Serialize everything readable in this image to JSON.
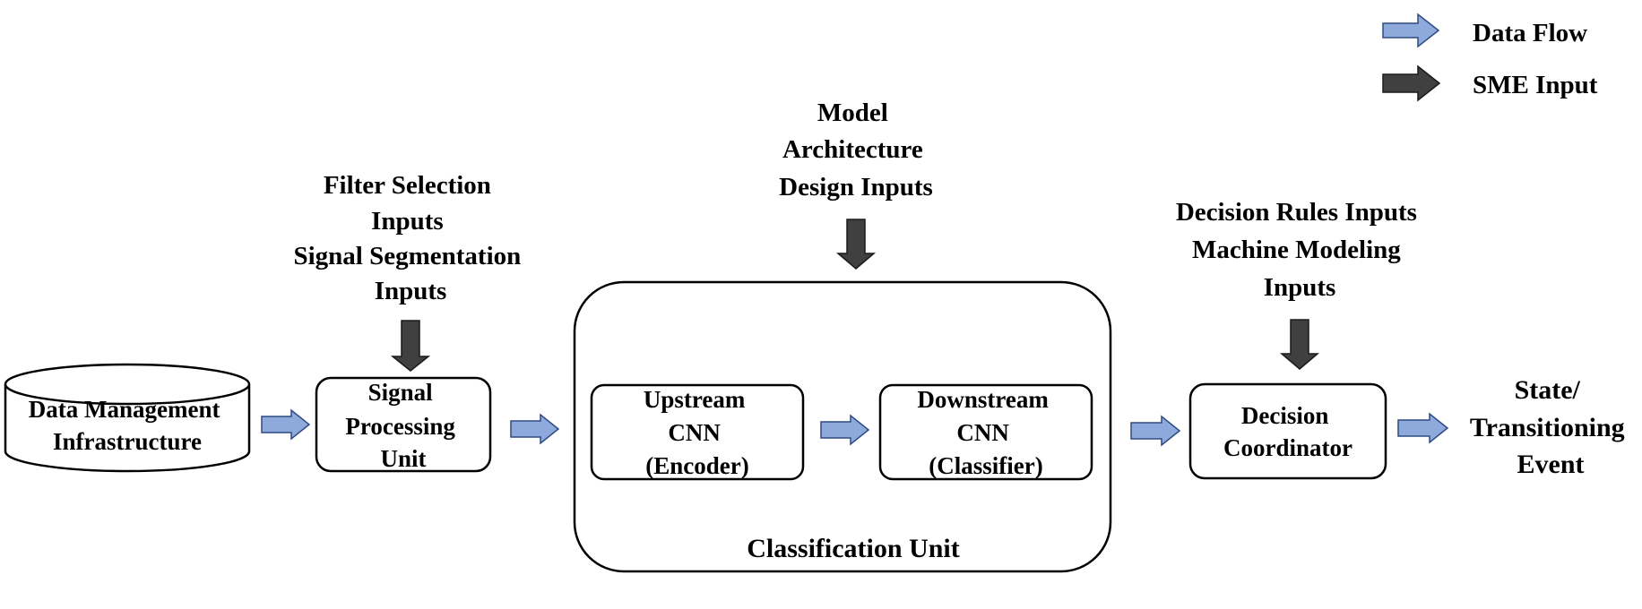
{
  "colors": {
    "data_flow_fill": "#8ea9db",
    "sme_input_fill": "#404040",
    "box_stroke": "#000000",
    "background": "#ffffff"
  },
  "legend": {
    "data_flow": {
      "icon": "light-blue-arrow-icon",
      "label": "Data Flow"
    },
    "sme_input": {
      "icon": "dark-gray-arrow-icon",
      "label": "SME Input"
    }
  },
  "nodes": {
    "data_management": {
      "shape": "cylinder",
      "lines": [
        "Data Management",
        "Infrastructure"
      ]
    },
    "signal_processing": {
      "shape": "rounded-box",
      "lines": [
        "Signal",
        "Processing",
        "Unit"
      ]
    },
    "classification_unit": {
      "shape": "rounded-container",
      "label": "Classification Unit"
    },
    "upstream_cnn": {
      "shape": "rounded-box",
      "lines": [
        "Upstream",
        "CNN",
        "(Encoder)"
      ]
    },
    "downstream_cnn": {
      "shape": "rounded-box",
      "lines": [
        "Downstream",
        "CNN",
        "(Classifier)"
      ]
    },
    "decision_coordinator": {
      "shape": "rounded-box",
      "lines": [
        "Decision",
        "Coordinator"
      ]
    },
    "output": {
      "shape": "text",
      "lines": [
        "State/",
        "Transitioning",
        "Event"
      ]
    }
  },
  "sme_inputs": {
    "signal_processing": {
      "lines": [
        "Filter Selection",
        "Inputs",
        "Signal Segmentation",
        "Inputs"
      ]
    },
    "classification_unit": {
      "lines": [
        "Model",
        "Architecture",
        "Design Inputs"
      ]
    },
    "decision_coordinator": {
      "lines": [
        "Decision Rules Inputs",
        "Machine Modeling",
        "Inputs"
      ]
    }
  },
  "edges": [
    {
      "from": "data_management",
      "to": "signal_processing",
      "type": "Data Flow"
    },
    {
      "from": "signal_processing",
      "to": "classification_unit",
      "type": "Data Flow"
    },
    {
      "from": "upstream_cnn",
      "to": "downstream_cnn",
      "type": "Data Flow"
    },
    {
      "from": "classification_unit",
      "to": "decision_coordinator",
      "type": "Data Flow"
    },
    {
      "from": "decision_coordinator",
      "to": "output",
      "type": "Data Flow"
    },
    {
      "from": "sme_inputs.signal_processing",
      "to": "signal_processing",
      "type": "SME Input"
    },
    {
      "from": "sme_inputs.classification_unit",
      "to": "classification_unit",
      "type": "SME Input"
    },
    {
      "from": "sme_inputs.decision_coordinator",
      "to": "decision_coordinator",
      "type": "SME Input"
    }
  ]
}
